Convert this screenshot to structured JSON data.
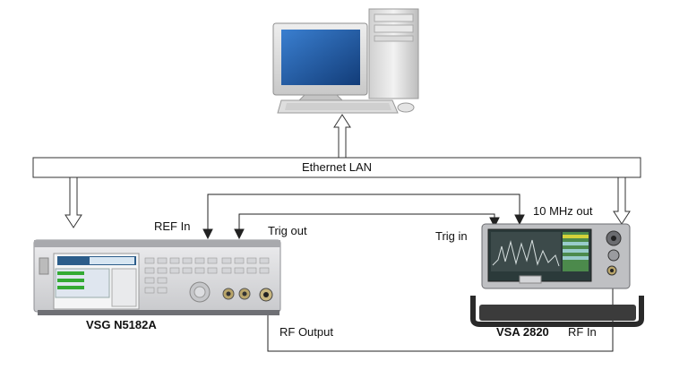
{
  "diagram": {
    "bus_label": "Ethernet LAN",
    "labels": {
      "ref_in": "REF In",
      "trig_out": "Trig out",
      "trig_in": "Trig in",
      "ten_mhz_out": "10 MHz out",
      "rf_output": "RF Output",
      "rf_in": "RF In"
    },
    "devices": {
      "vsg": "VSG N5182A",
      "vsa": "VSA 2820"
    },
    "icons": [
      "desktop-computer-icon",
      "signal-generator-icon",
      "signal-analyzer-icon"
    ],
    "colors": {
      "line": "#222222",
      "screen_blue": "#1f5faa",
      "instrument_body": "#dcdde0",
      "vsa_screen": "#2b3a3a"
    }
  }
}
